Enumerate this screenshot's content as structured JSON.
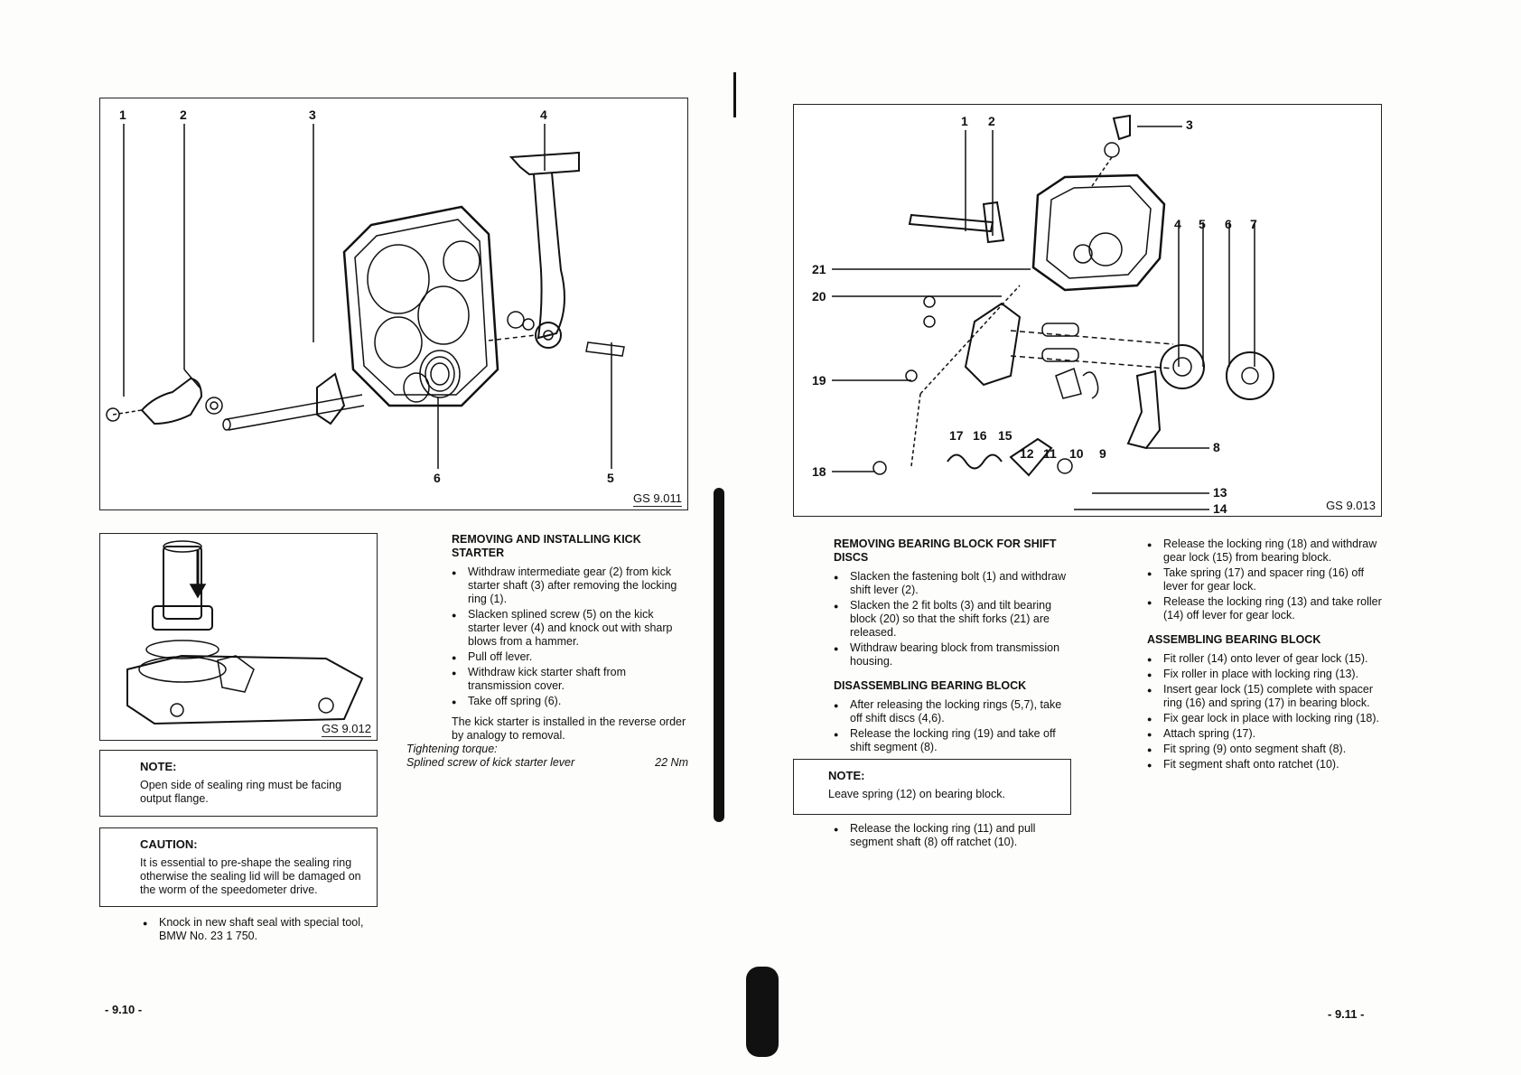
{
  "left_page": {
    "figure_main": {
      "callouts": [
        "1",
        "2",
        "3",
        "4",
        "5",
        "6"
      ],
      "code": "GS 9.011"
    },
    "figure_small": {
      "code": "GS 9.012"
    },
    "note": {
      "title": "NOTE:",
      "text": "Open side of sealing ring must be facing output flange."
    },
    "caution": {
      "title": "CAUTION:",
      "text": "It is essential to pre-shape the sealing ring otherwise the sealing lid will be damaged on the worm of the speedometer drive."
    },
    "knock_item": "Knock in new shaft seal with special tool, BMW No. 23 1 750.",
    "section": {
      "title": "REMOVING AND INSTALLING KICK STARTER",
      "items": [
        "Withdraw intermediate gear (2) from kick starter shaft (3) after removing the locking ring (1).",
        "Slacken splined screw (5) on the kick starter lever (4) and knock out with sharp blows from a hammer.",
        "Pull off lever.",
        "Withdraw kick starter shaft from transmission cover.",
        "Take off spring (6)."
      ],
      "closing": "The kick starter is installed in the reverse order by analogy to removal.",
      "torque_label": "Tightening torque:",
      "torque_item": "Splined screw of kick starter lever",
      "torque_value": "22 Nm"
    },
    "page_number": "- 9.10 -"
  },
  "right_page": {
    "figure": {
      "callouts": [
        "1",
        "2",
        "3",
        "4",
        "5",
        "6",
        "7",
        "8",
        "9",
        "10",
        "11",
        "12",
        "13",
        "14",
        "15",
        "16",
        "17",
        "18",
        "19",
        "20",
        "21"
      ],
      "code": "GS 9.013"
    },
    "col1": {
      "title1": "REMOVING BEARING BLOCK FOR SHIFT DISCS",
      "items1": [
        "Slacken the fastening bolt (1) and withdraw shift lever (2).",
        "Slacken the 2 fit bolts (3) and tilt bearing block (20) so that the shift forks (21) are released.",
        "Withdraw bearing block from transmission housing."
      ],
      "title2": "DISASSEMBLING BEARING BLOCK",
      "items2": [
        "After releasing the locking rings (5,7), take off shift discs (4,6).",
        "Release the locking ring (19) and take off shift segment (8)."
      ],
      "note_title": "NOTE:",
      "note_text": "Leave spring (12) on bearing block.",
      "items3": [
        "Release the locking ring (11) and pull segment shaft (8) off ratchet (10)."
      ]
    },
    "col2": {
      "items1": [
        "Release the locking ring (18) and withdraw gear lock (15) from bearing block.",
        "Take spring (17) and spacer ring (16) off lever for gear lock.",
        "Release the locking ring (13) and take roller (14) off lever for gear lock."
      ],
      "title": "ASSEMBLING BEARING BLOCK",
      "items2": [
        "Fit roller (14) onto lever of gear lock (15).",
        "Fix roller in place with locking ring (13).",
        "Insert gear lock (15) complete with spacer ring (16) and spring (17) in bearing block.",
        "Fix gear lock in place with locking ring (18).",
        "Attach spring (17).",
        "Fit spring (9) onto segment shaft (8).",
        "Fit segment shaft onto ratchet (10)."
      ]
    },
    "page_number": "- 9.11 -"
  }
}
